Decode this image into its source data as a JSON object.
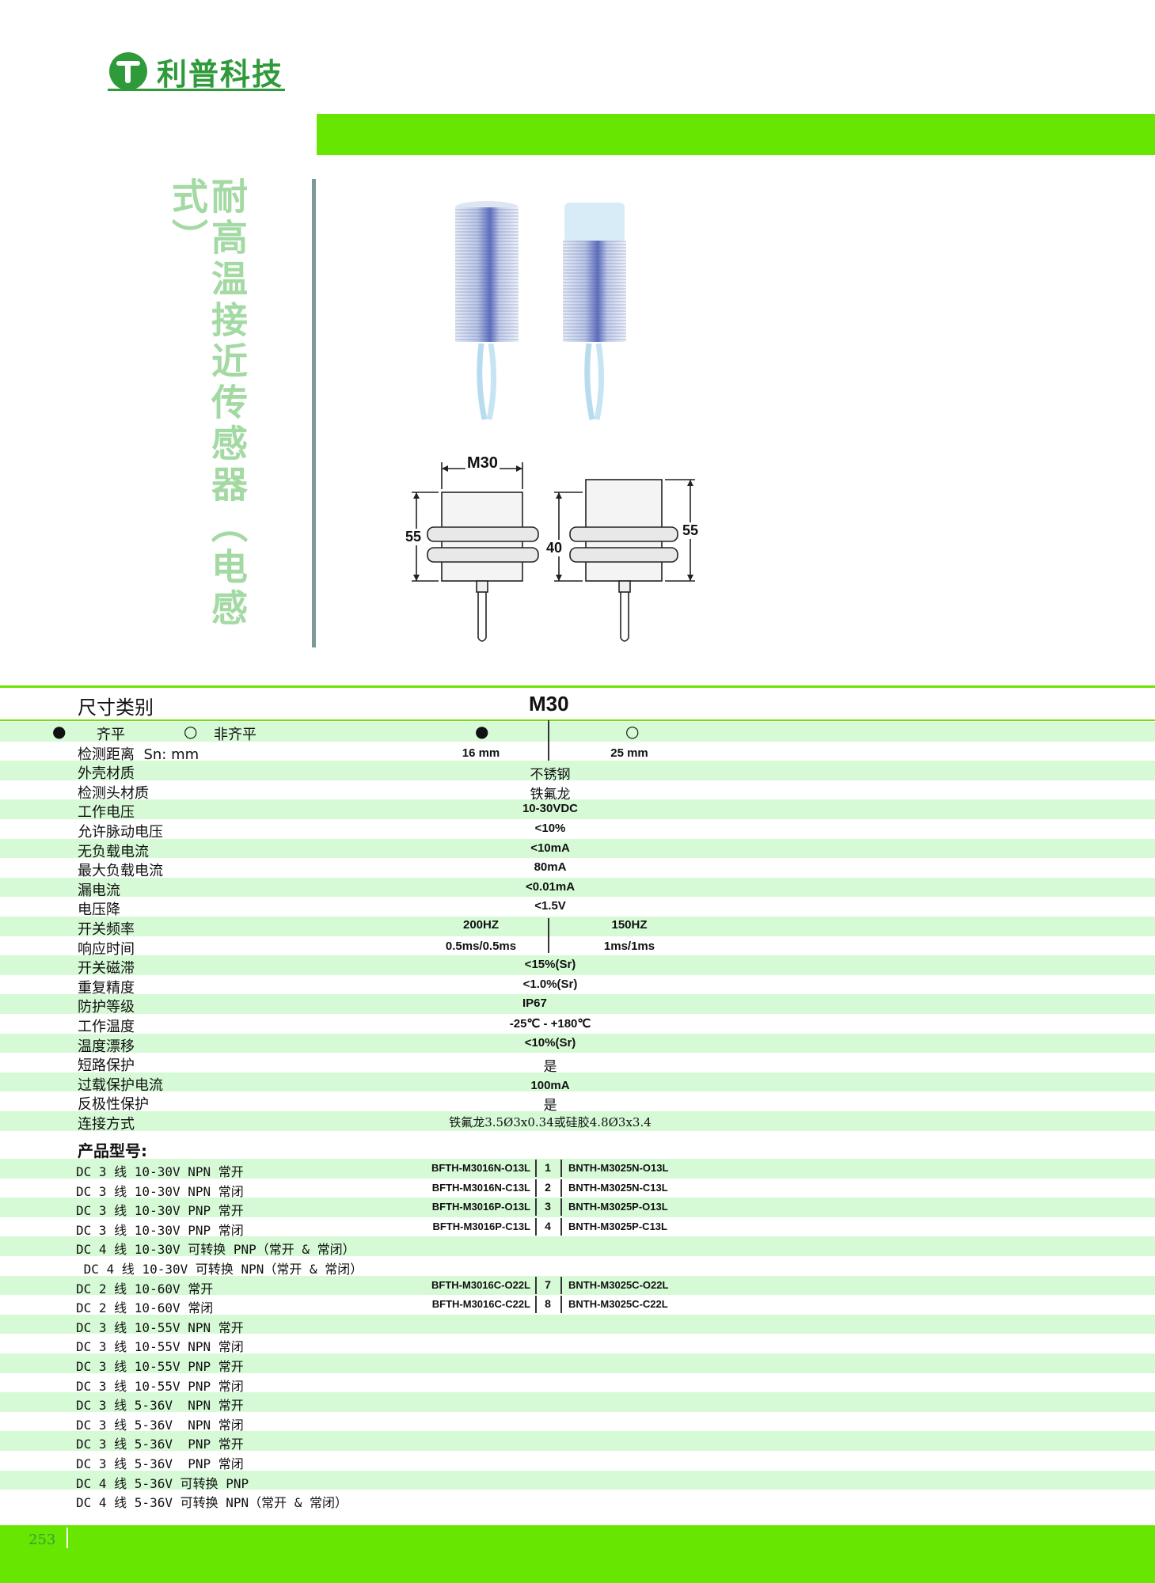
{
  "brand": {
    "name": "利普科技"
  },
  "product_title": "耐高温接近传感器（电感式）",
  "diagram": {
    "width_label": "M30",
    "left_height": "55",
    "mid_height": "40",
    "right_height": "55"
  },
  "spec": {
    "size_label": "尺寸类别",
    "size_value": "M30",
    "flush_symbol": "●",
    "flush_label": "齐平",
    "nonflush_symbol": "○",
    "nonflush_label": "非齐平",
    "col1_symbol": "●",
    "col2_symbol": "○",
    "rows": [
      {
        "label": "检测距离  Sn: mm",
        "v1": "16 mm",
        "v2": "25 mm"
      },
      {
        "label": "外壳材质",
        "value": "不锈钢"
      },
      {
        "label": "检测头材质",
        "value": "铁氟龙"
      },
      {
        "label": "工作电压",
        "value": "10-30VDC"
      },
      {
        "label": "允许脉动电压",
        "value": "<10%"
      },
      {
        "label": "无负载电流",
        "value": "<10mA"
      },
      {
        "label": "最大负载电流",
        "value": "80mA"
      },
      {
        "label": "漏电流",
        "value": "<0.01mA"
      },
      {
        "label": "电压降",
        "value": "<1.5V"
      },
      {
        "label": "开关频率",
        "v1": "200HZ",
        "v2": "150HZ"
      },
      {
        "label": "响应时间",
        "v1": "0.5ms/0.5ms",
        "v2": "1ms/1ms"
      },
      {
        "label": "开关磁滞",
        "value": "<15%(Sr)"
      },
      {
        "label": "重复精度",
        "value": "<1.0%(Sr)"
      },
      {
        "label": "防护等级",
        "value": "IP67"
      },
      {
        "label": "工作温度",
        "value": "-25℃ - +180℃"
      },
      {
        "label": "温度漂移",
        "value": "<10%(Sr)"
      },
      {
        "label": "短路保护",
        "value": "是"
      },
      {
        "label": "过载保护电流",
        "value": "100mA"
      },
      {
        "label": "反极性保护",
        "value": "是"
      },
      {
        "label": "连接方式",
        "value": "铁氟龙3.5Ø3x0.34或硅胶4.8Ø3x3.4"
      }
    ]
  },
  "models": {
    "heading": "产品型号:",
    "rows": [
      {
        "label": "DC 3 线 10-30V NPN 常开",
        "m1": "BFTH-M3016N-O13L",
        "id": "1",
        "m2": "BNTH-M3025N-O13L"
      },
      {
        "label": "DC 3 线 10-30V NPN 常闭",
        "m1": "BFTH-M3016N-C13L",
        "id": "2",
        "m2": "BNTH-M3025N-C13L"
      },
      {
        "label": "DC 3 线 10-30V PNP 常开",
        "m1": "BFTH-M3016P-O13L",
        "id": "3",
        "m2": "BNTH-M3025P-O13L"
      },
      {
        "label": "DC 3 线 10-30V PNP 常闭",
        "m1": "BFTH-M3016P-C13L",
        "id": "4",
        "m2": "BNTH-M3025P-C13L"
      },
      {
        "label": "DC 4 线 10-30V 可转换 PNP（常开 & 常闭）"
      },
      {
        "label": " DC 4 线 10-30V 可转换 NPN（常开 & 常闭）"
      },
      {
        "label": "DC 2 线 10-60V 常开",
        "m1": "BFTH-M3016C-O22L",
        "id": "7",
        "m2": "BNTH-M3025C-O22L"
      },
      {
        "label": "DC 2 线 10-60V 常闭",
        "m1": "BFTH-M3016C-C22L",
        "id": "8",
        "m2": "BNTH-M3025C-C22L"
      },
      {
        "label": "DC 3 线 10-55V NPN 常开"
      },
      {
        "label": "DC 3 线 10-55V NPN 常闭"
      },
      {
        "label": "DC 3 线 10-55V PNP 常开"
      },
      {
        "label": "DC 3 线 10-55V PNP 常闭"
      },
      {
        "label": "DC 3 线 5-36V  NPN 常开"
      },
      {
        "label": "DC 3 线 5-36V  NPN 常闭"
      },
      {
        "label": "DC 3 线 5-36V  PNP 常开"
      },
      {
        "label": "DC 3 线 5-36V  PNP 常闭"
      },
      {
        "label": "DC 4 线 5-36V 可转换 PNP"
      },
      {
        "label": "DC 4 线 5-36V 可转换 NPN（常开 & 常闭）"
      }
    ]
  },
  "footer": {
    "page_number": "253"
  },
  "colors": {
    "accent_green": "#66e600",
    "logo_green": "#2f9a3a",
    "row_alt": "#d6fad6",
    "title_green": "#a3d9a3"
  }
}
